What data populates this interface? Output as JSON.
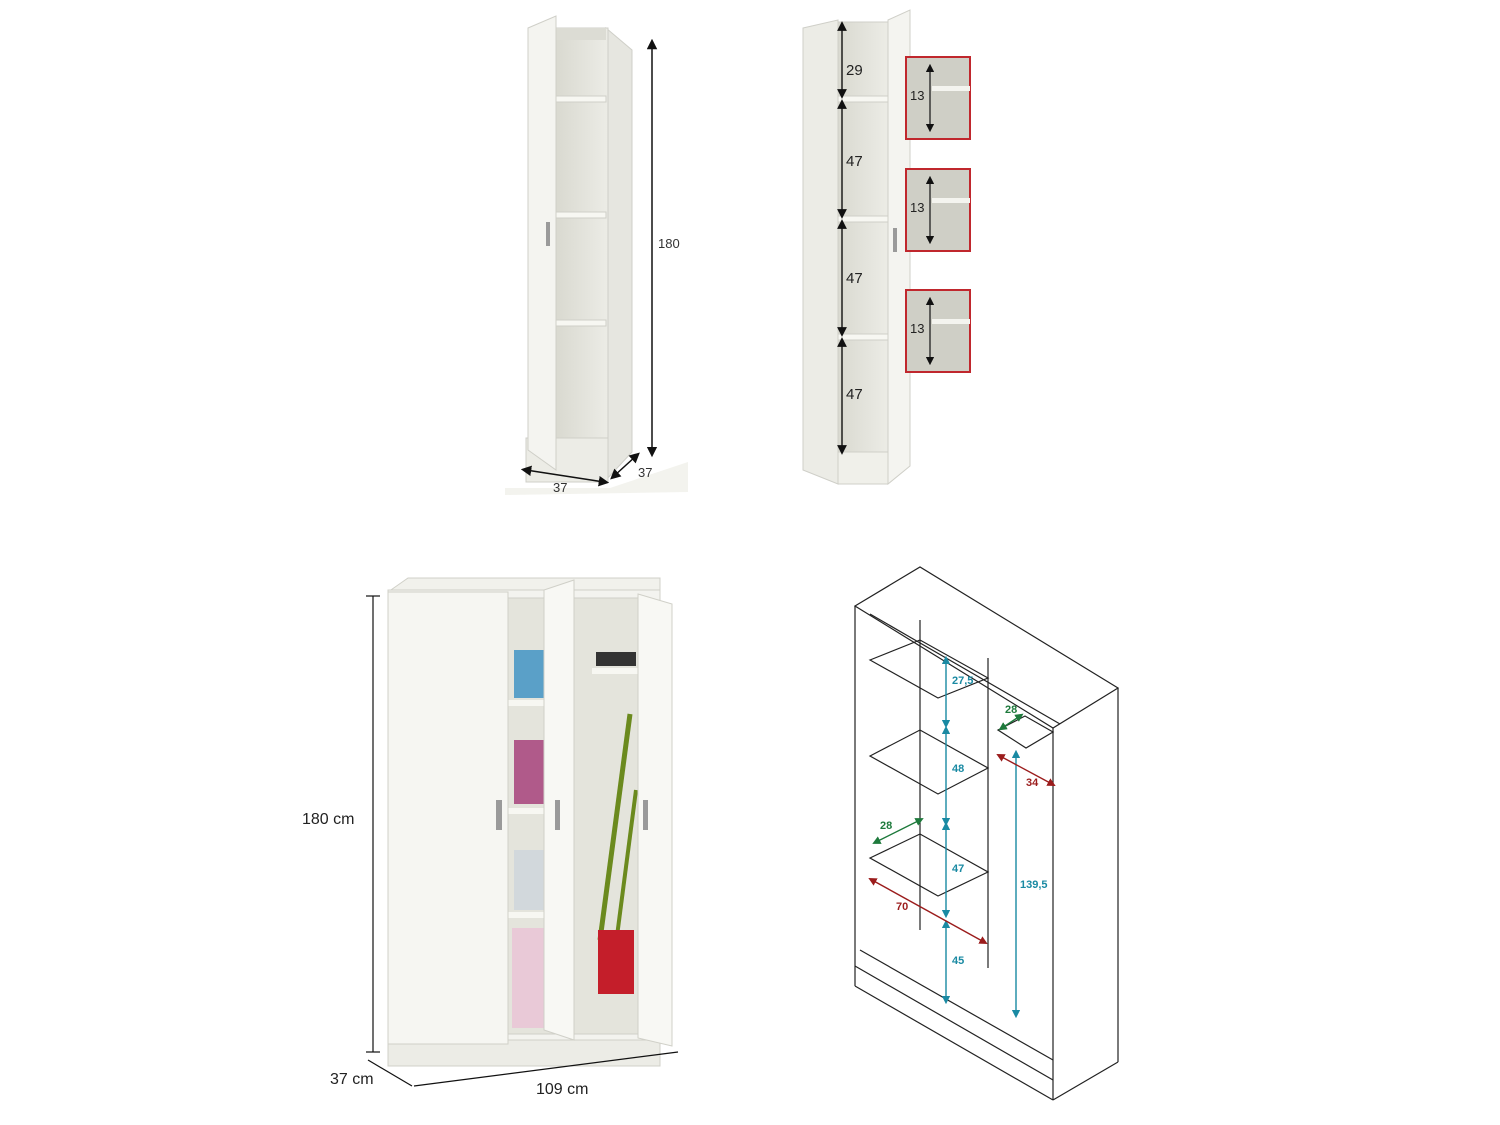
{
  "panel_single_overview": {
    "height_label": "180",
    "width_label": "37",
    "depth_label": "37"
  },
  "panel_single_interior": {
    "sections": [
      "29",
      "47",
      "47",
      "47"
    ],
    "insets": [
      "13",
      "13",
      "13"
    ]
  },
  "panel_triple_overview": {
    "height_label": "180 cm",
    "depth_label": "37 cm",
    "width_label": "109 cm"
  },
  "panel_triple_diagram": {
    "teal_labels": [
      "27,5",
      "48",
      "47",
      "45",
      "139,5"
    ],
    "green_labels": [
      "28",
      "28"
    ],
    "red_labels": [
      "34",
      "70"
    ]
  },
  "colors": {
    "teal": "#1a8aa3",
    "green": "#1e7a3c",
    "red": "#9b1c1c",
    "inset_border": "#c0272d"
  }
}
